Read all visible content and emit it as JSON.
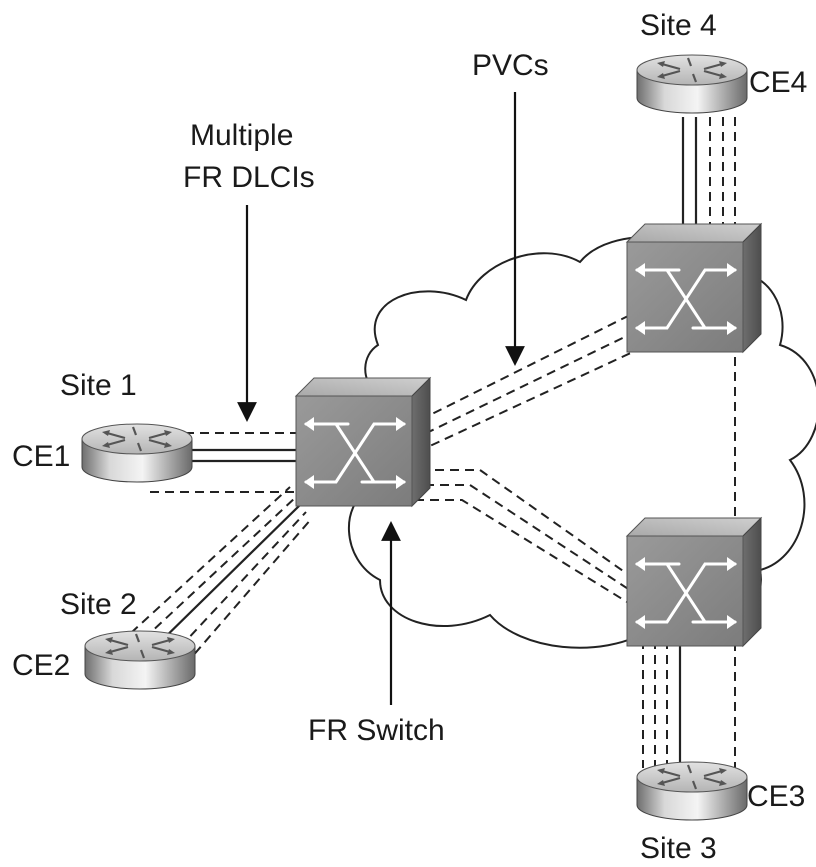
{
  "labels": {
    "site1": "Site 1",
    "site2": "Site 2",
    "site3": "Site 3",
    "site4": "Site 4",
    "ce1": "CE1",
    "ce2": "CE2",
    "ce3": "CE3",
    "ce4": "CE4",
    "pvcs": "PVCs",
    "multiple_line1": "Multiple",
    "multiple_line2": "FR DLCIs",
    "fr_switch": "FR Switch"
  },
  "devices": {
    "routers": [
      "CE1",
      "CE2",
      "CE3",
      "CE4"
    ],
    "switches": [
      "fr-switch-main",
      "fr-switch-site4",
      "fr-switch-site3"
    ],
    "icons": {
      "router": "router-icon",
      "switch": "frame-relay-switch-icon",
      "cloud": "frame-relay-cloud"
    }
  }
}
